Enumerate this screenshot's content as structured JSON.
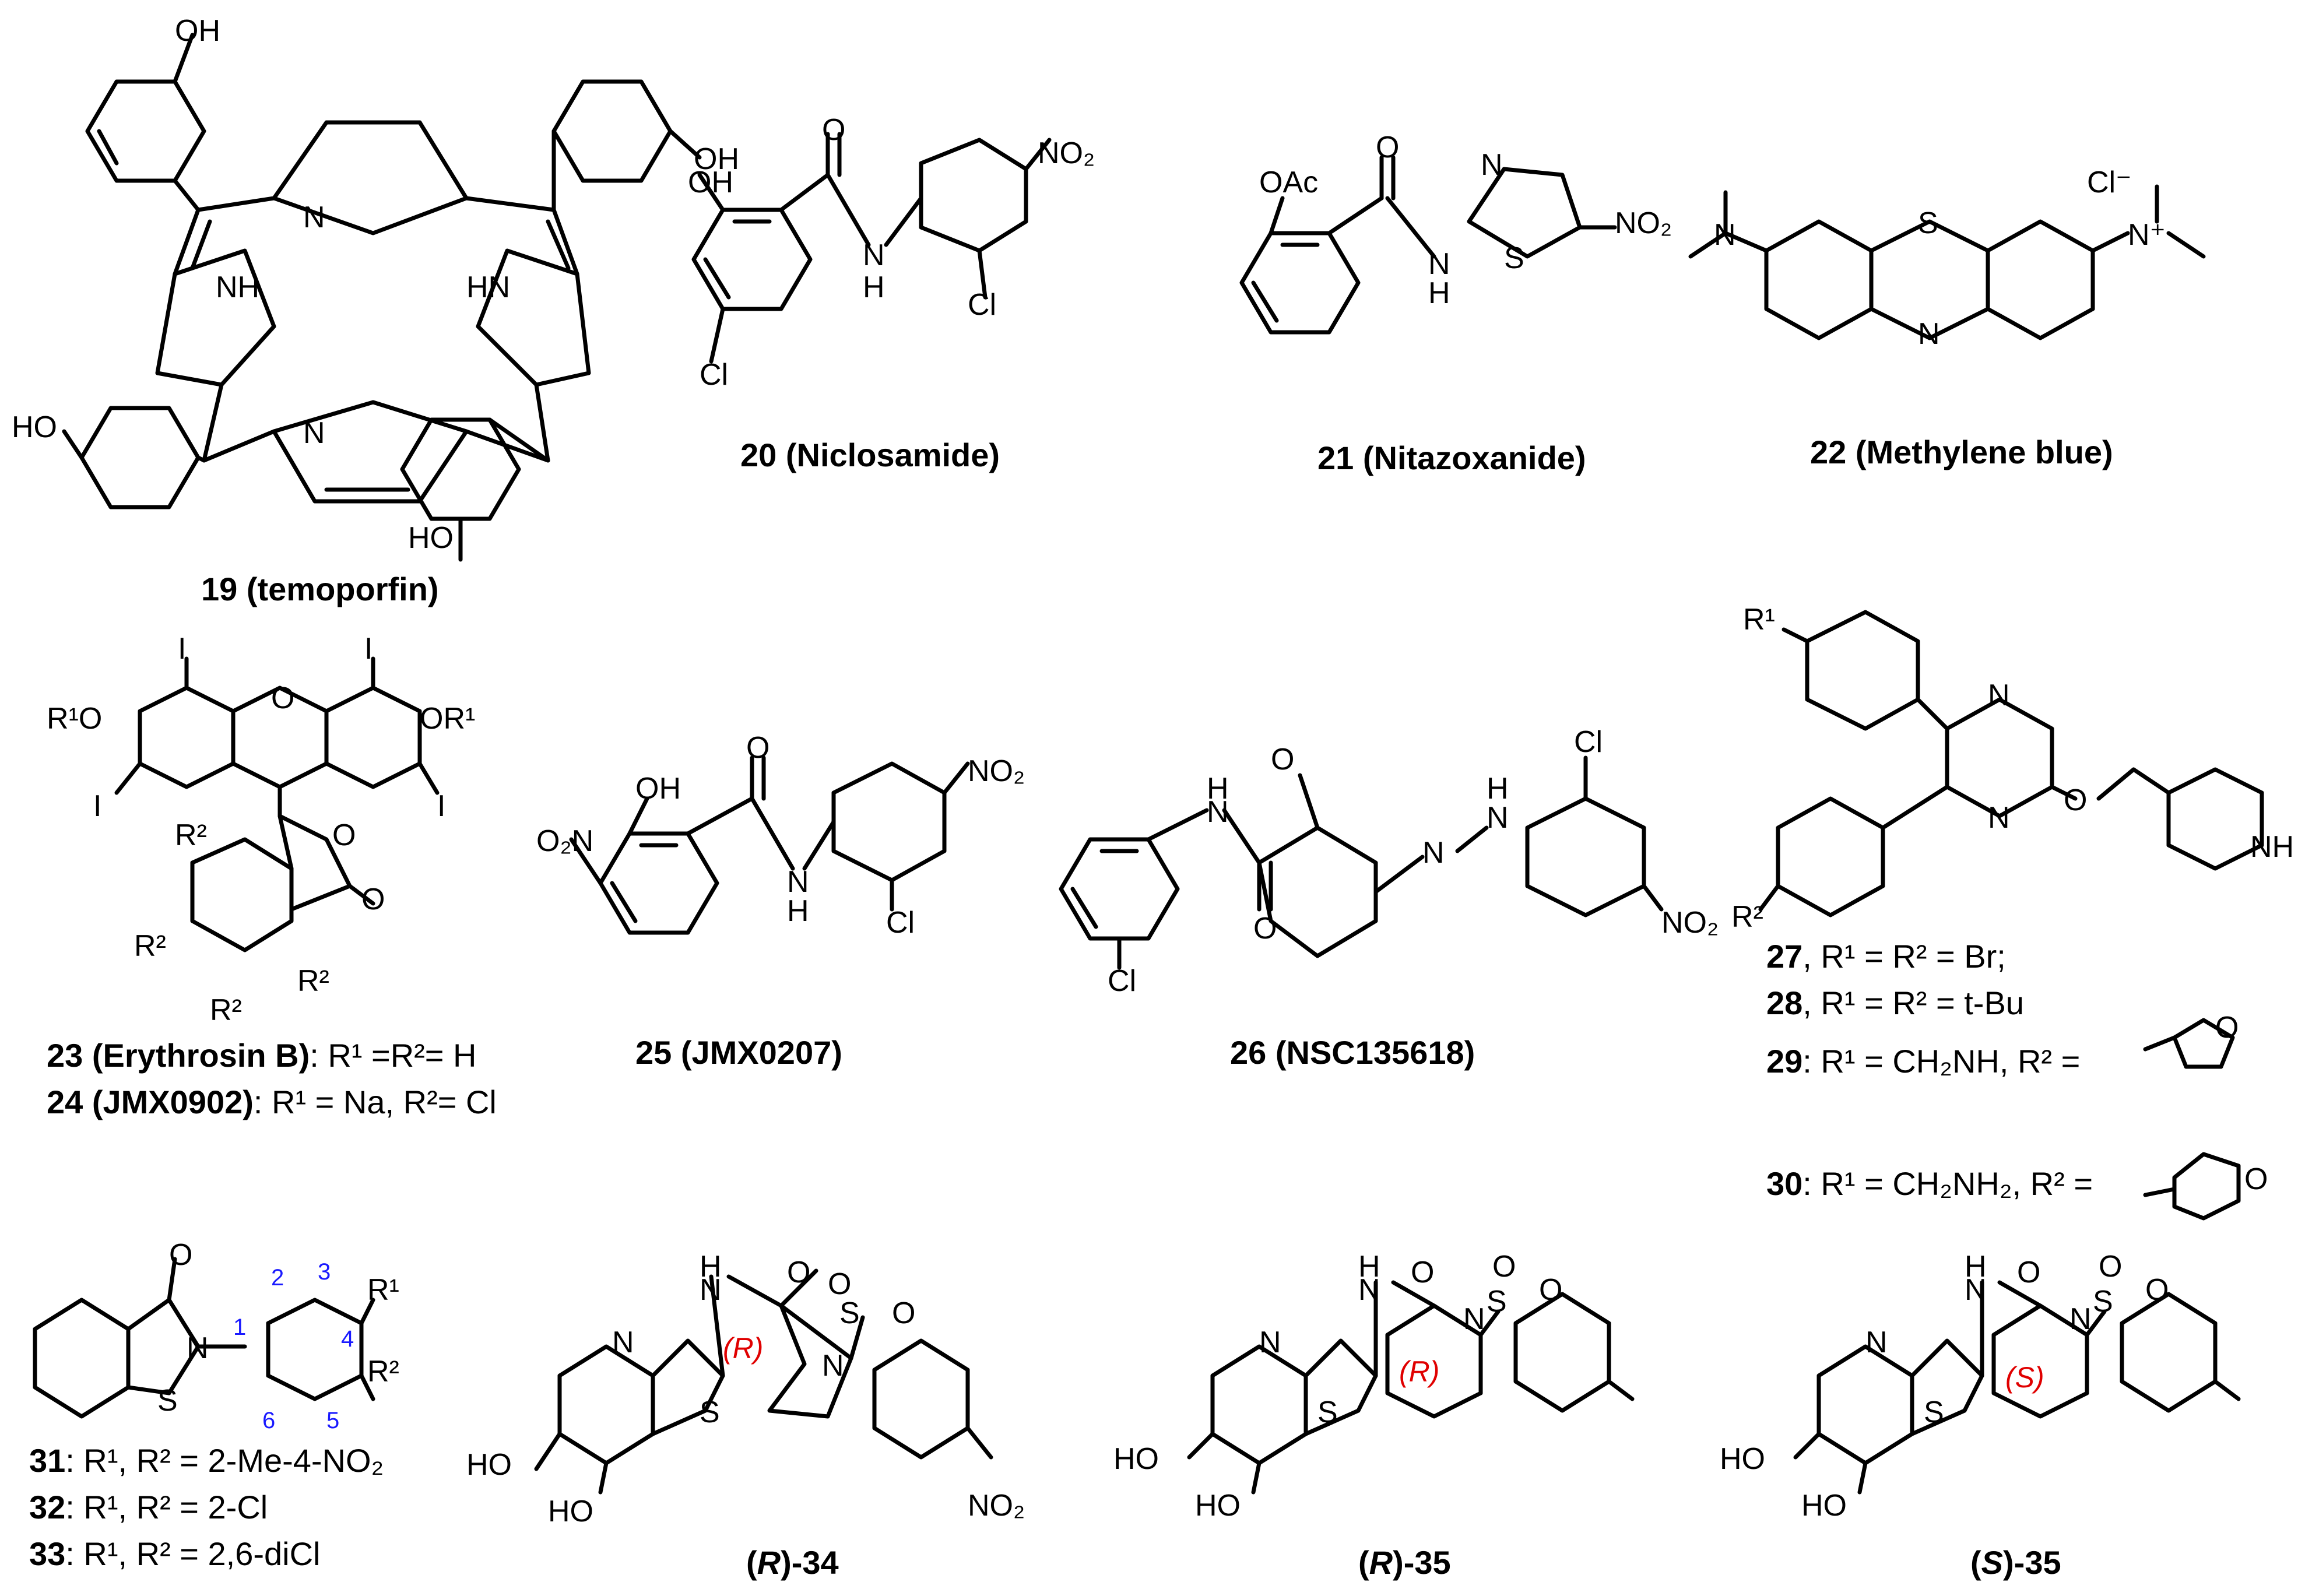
{
  "c19": {
    "num": "19",
    "name": "(temoporfin)"
  },
  "c20": {
    "num": "20",
    "name": "(Niclosamide)"
  },
  "c21": {
    "num": "21",
    "name": "(Nitazoxanide)"
  },
  "c22": {
    "num": "22",
    "name": "(Methylene blue)"
  },
  "c23": {
    "num": "23",
    "name": "(Erythrosin B)",
    "rest": ": R¹ =R²= H"
  },
  "c24": {
    "num": "24",
    "name": "(JMX0902)",
    "rest": ": R¹ = Na, R²= Cl"
  },
  "c25": {
    "num": "25",
    "name": "(JMX0207)"
  },
  "c26": {
    "num": "26",
    "name": "(NSC135618)"
  },
  "c27": {
    "num": "27",
    "rest": ", R¹ = R²  = Br;"
  },
  "c28": {
    "num": "28",
    "rest": ", R¹ = R²  = t-Bu"
  },
  "c29": {
    "num": "29",
    "rest": ": R¹ = CH₂NH, R²  ="
  },
  "c30": {
    "num": "30",
    "rest": ": R¹ = CH₂NH₂, R²  ="
  },
  "c31": {
    "num": "31",
    "rest": ": R¹, R² = 2-Me-4-NO₂"
  },
  "c32": {
    "num": "32",
    "rest": ": R¹, R² = 2-Cl"
  },
  "c33": {
    "num": "33",
    "rest": ": R¹, R² = 2,6-diCl"
  },
  "c34": {
    "pre": "(",
    "stereo": "R",
    "post": ")-34"
  },
  "c35r": {
    "pre": "(",
    "stereo": "R",
    "post": ")-35"
  },
  "c35s": {
    "pre": "(",
    "stereo": "S",
    "post": ")-35"
  },
  "stereo_labels": {
    "r": "(R)",
    "s": "(S)"
  },
  "position_numbers": [
    "1",
    "2",
    "3",
    "4",
    "5",
    "6"
  ],
  "atoms": {
    "OH": "OH",
    "HO": "HO",
    "N": "N",
    "NH": "NH",
    "HN": "HN",
    "H": "H",
    "O": "O",
    "S": "S",
    "Cl": "Cl",
    "I": "I",
    "OAc": "OAc",
    "NO2": "NO₂",
    "O2N": "O₂N",
    "R1": "R¹",
    "R2": "R²",
    "R1O": "R¹O",
    "OR1": "OR¹",
    "Clminus": "Cl⁻",
    "Nplus": "N⁺"
  },
  "colors": {
    "position_numbers": "#1a1aff",
    "stereo": "#e00000",
    "ink": "#000000"
  }
}
